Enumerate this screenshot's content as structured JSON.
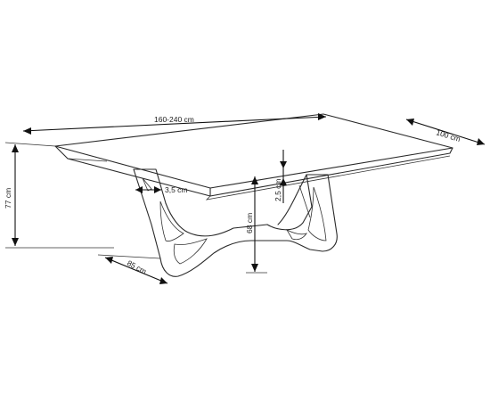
{
  "dimensions": {
    "length": "160-240 cm",
    "width": "100 cm",
    "height": "77 cm",
    "leg_width": "85 cm",
    "top_overhang": "3,5 cm",
    "top_thickness": "2,5 cm",
    "clearance": "68 cm"
  }
}
